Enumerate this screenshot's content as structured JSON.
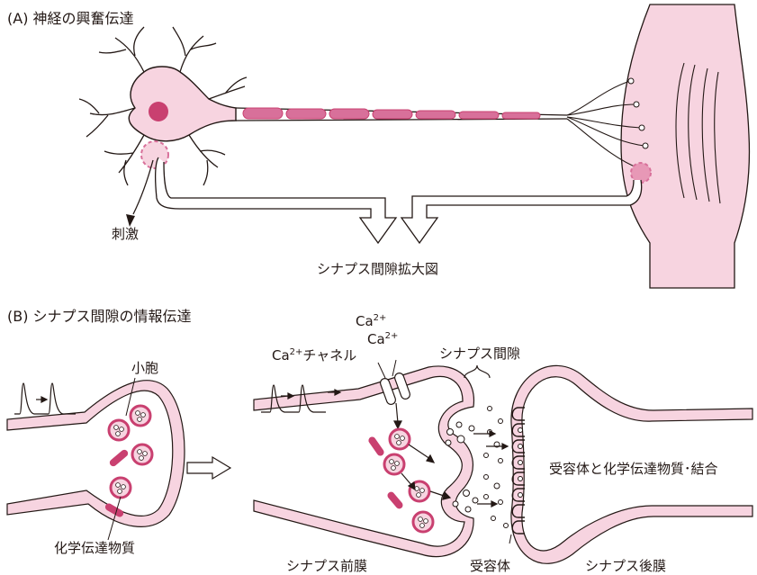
{
  "colors": {
    "tissue": "#f7d4e0",
    "membrane": "#d8709a",
    "dark": "#c94070",
    "line": "#231815"
  },
  "section_a": {
    "title": "(A) 神経の興奮伝達",
    "stimulus_label": "刺激",
    "zoom_label": "シナプス間隙拡大図"
  },
  "section_b": {
    "title": "(B) シナプス間隙の情報伝達",
    "vesicle_label": "小胞",
    "transmitter_label": "化学伝達物質",
    "ca_channel_prefix": "Ca",
    "ca_channel_sup": "2+",
    "ca_channel_suffix": "チャネル",
    "ca_ion_1": "Ca",
    "ca_ion_1_sup": "2+",
    "ca_ion_2": "Ca",
    "ca_ion_2_sup": "2+",
    "cleft_label": "シナプス間隙",
    "binding_label": "受容体と化学伝達物質･結合",
    "presynaptic_label": "シナプス前膜",
    "receptor_label": "受容体",
    "postsynaptic_label": "シナプス後膜"
  }
}
